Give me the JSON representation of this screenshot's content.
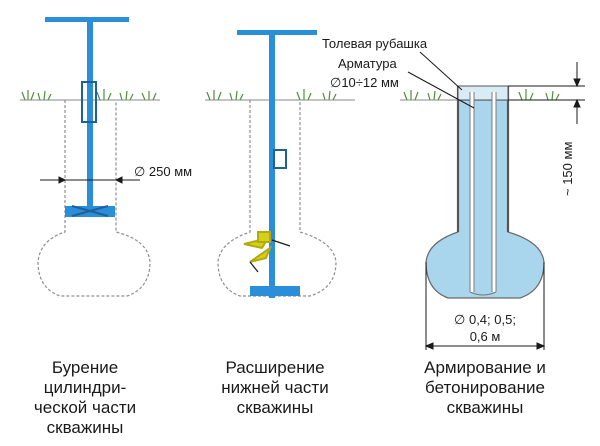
{
  "panels": [
    {
      "caption": [
        "Бурение",
        "цилиндри-",
        "ческой части",
        "скважины"
      ]
    },
    {
      "caption": [
        "Расширение",
        "нижней части",
        "скважины"
      ]
    },
    {
      "caption": [
        "Армирование и",
        "бетонирование",
        "скважины"
      ]
    }
  ],
  "labels": {
    "diameter_drill": "∅ 250 мм",
    "roofing_sleeve": "Толевая рубашка",
    "rebar": "Арматура",
    "rebar_diameter": "∅10÷12 мм",
    "depth": "~ 150 мм",
    "base_line1": "∅ 0,4; 0,5;",
    "base_line2": "0,6 м"
  },
  "colors": {
    "tool": "#2a8fd8",
    "tool_dark": "#1f5f9a",
    "blade": "#d6cf1a",
    "concrete": "#a9d6ec",
    "outline": "#555555",
    "grass": "#4f8f3a"
  }
}
